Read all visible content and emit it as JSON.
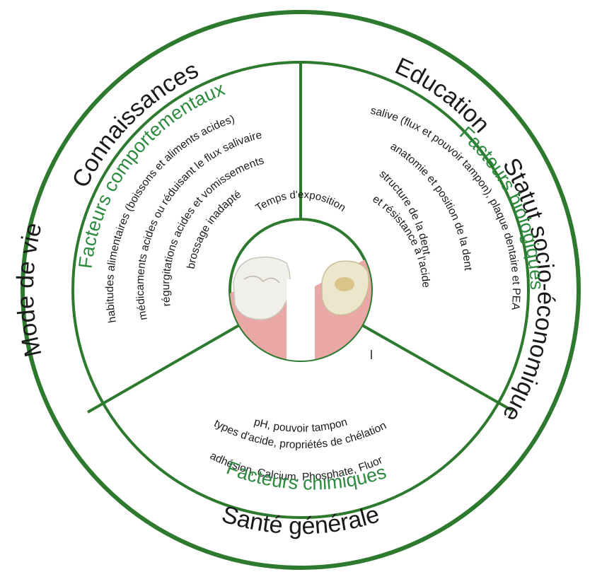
{
  "colors": {
    "ring": "#2d7a2e",
    "sector_title": "#2d8a3e",
    "text": "#1a1a1a",
    "gum": "#e9a7a5",
    "tooth_healthy": "#f1efe9",
    "tooth_eroded": "#e6dcb8"
  },
  "outer_ring": {
    "connaissances": "Connaissances",
    "education": "Education",
    "statut": "Statut socio-économique",
    "sante": "Santé générale",
    "mode": "Mode de vie"
  },
  "behavioral": {
    "title": "Facteurs comportementaux",
    "items": [
      "habitudes alimentaires (boissons et aliments acides)",
      "médicaments acides ou réduisant le flux salivaire",
      "régurgitations acides et vomissements",
      "brossage inadapté"
    ]
  },
  "biological": {
    "title": "Facteurs biologiques",
    "items": [
      "salive (flux et pouvoir tampon), plaque dentaire et PEA",
      "anatomie et position de la dent",
      "structure de la dent",
      "et résistance à l'acide"
    ]
  },
  "chemical": {
    "title": "Facteurs chimiques",
    "items": [
      "pH, pouvoir tampon",
      "types d'acide, propriétés de chélation",
      "adhésion, Calcium, Phosphate, Fluor"
    ]
  },
  "center": {
    "label": "Temps d'exposition",
    "icons": [
      "healthy-tooth-icon",
      "eroded-tooth-icon"
    ]
  }
}
